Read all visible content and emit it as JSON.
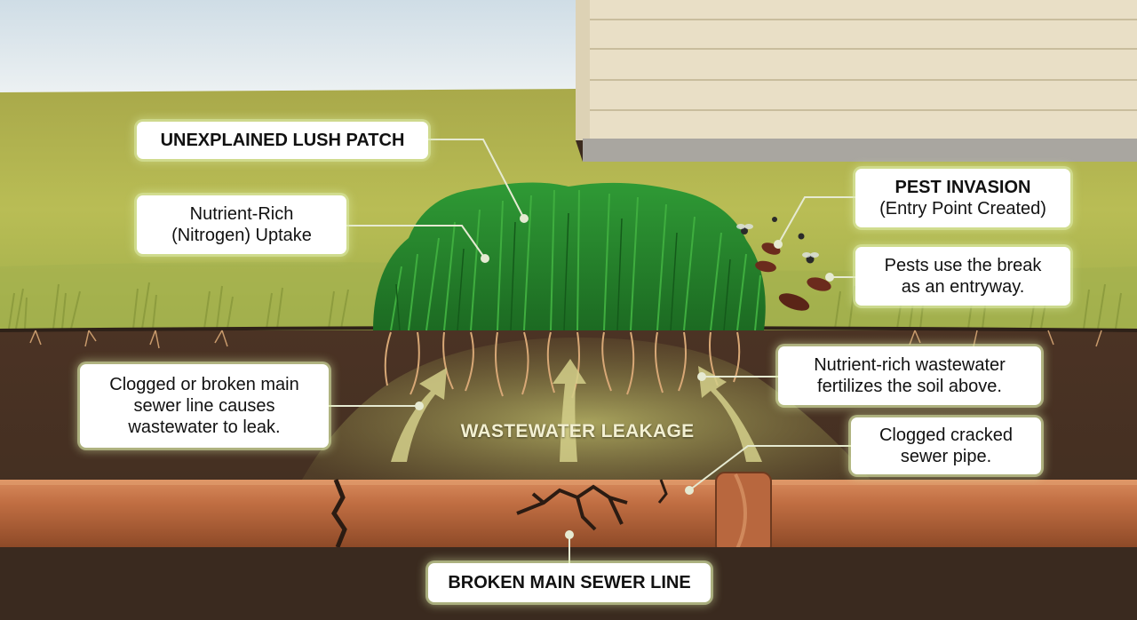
{
  "title": "UNEXPLAINED LUSH PATCH",
  "labels": {
    "lush_patch": "UNEXPLAINED LUSH PATCH",
    "nutrient_uptake": "Nutrient-Rich\n(Nitrogen) Uptake",
    "pest_invasion_title": "PEST INVASION",
    "pest_invasion_sub": "(Entry Point Created)",
    "pests_entry": "Pests use the break\nas an entryway.",
    "clogged_main": "Clogged or broken main\nsewer line causes\nwastewater to leak.",
    "fertilizes": "Nutrient-rich wastewater\nfertilizes the soil above.",
    "cracked_pipe": "Clogged cracked\nsewer pipe.",
    "wastewater_leakage": "WASTEWATER LEAKAGE",
    "broken_main": "BROKEN MAIN SEWER LINE"
  },
  "colors": {
    "sky": "#dfe8ee",
    "siding": "#ece3cc",
    "lawn": "#b6b84a",
    "lush_grass": "#2e8a30",
    "soil": "#4a3526",
    "pipe": "#b8643c",
    "leak": "#a8a55a",
    "leader": "#e8ecd6"
  }
}
